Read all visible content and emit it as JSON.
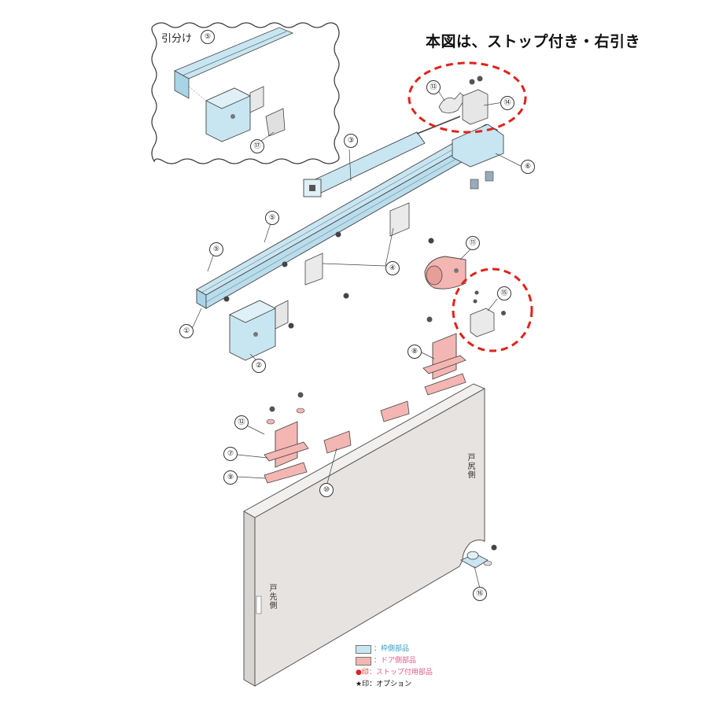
{
  "title": "本図は、ストップ付き・右引き",
  "inset": {
    "title": "引分け",
    "part_numbers": [
      "⑤",
      "⑰"
    ]
  },
  "part_numbers": {
    "p1": "①",
    "p2": "②",
    "p3": "③",
    "p4": "④",
    "p5a": "⑤",
    "p5b": "⑤",
    "p6": "⑥",
    "p7": "⑦",
    "p8": "⑧",
    "p9": "⑨",
    "p10": "⑩",
    "p11": "⑪",
    "p12": "⑫",
    "p13": "⑬",
    "p14": "⑭",
    "p15": "⑮",
    "p16": "⑯"
  },
  "door_labels": {
    "tail_side": "戸尻側",
    "lead_side": "戸先側"
  },
  "legend": {
    "frame": "：枠側部品",
    "door": "：ドア側部品",
    "stop": "：ストップ付用部品",
    "stop_mark": "●印",
    "option": "：オプション",
    "option_mark": "★印"
  },
  "colors": {
    "frame_part": "#c8e6f2",
    "door_part": "#f4b6b2",
    "door_panel": "#e6e3e1",
    "highlight": "#e0231b",
    "frame_text": "#2aa0c8",
    "door_text": "#e05a8a"
  },
  "icons": [
    "bolt-icon",
    "washer-icon"
  ]
}
